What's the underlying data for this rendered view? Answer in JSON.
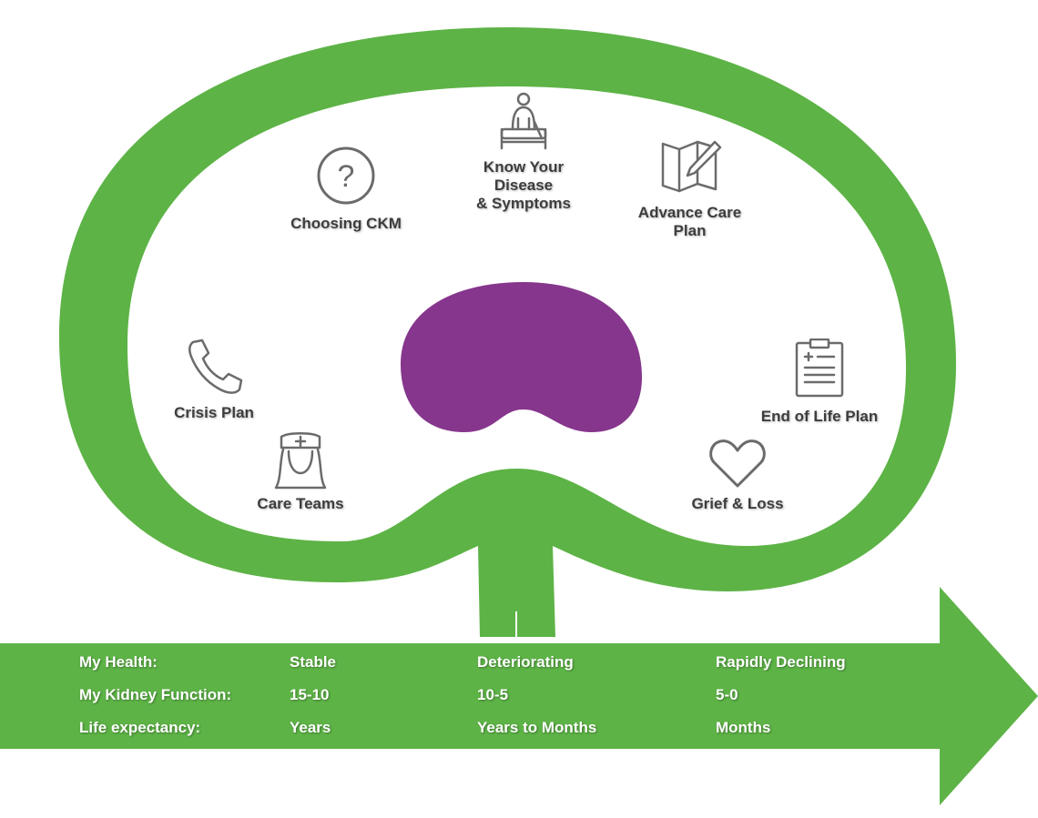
{
  "colors": {
    "green": "#5db346",
    "purple": "#86368c",
    "icon": "#6b6b6b",
    "label": "#3d3d3d"
  },
  "nodes": [
    {
      "id": "choosing-ckm",
      "label": "Choosing CKM",
      "icon": "question-circle-icon"
    },
    {
      "id": "know-disease",
      "label": "Know Your\nDisease\n& Symptoms",
      "icon": "patient-in-bed-icon"
    },
    {
      "id": "advance-care",
      "label": "Advance Care\nPlan",
      "icon": "map-pencil-icon"
    },
    {
      "id": "crisis-plan",
      "label": "Crisis Plan",
      "icon": "phone-icon"
    },
    {
      "id": "care-teams",
      "label": "Care Teams",
      "icon": "nurse-icon"
    },
    {
      "id": "end-of-life",
      "label": "End of Life Plan",
      "icon": "clipboard-icon"
    },
    {
      "id": "grief-loss",
      "label": "Grief & Loss",
      "icon": "heart-icon"
    }
  ],
  "timeline": {
    "rows": [
      {
        "label": "My Health:",
        "values": [
          "Stable",
          "Deteriorating",
          "Rapidly Declining"
        ]
      },
      {
        "label": "My Kidney Function:",
        "values": [
          "15-10",
          "10-5",
          "5-0"
        ]
      },
      {
        "label": "Life expectancy:",
        "values": [
          "Years",
          "Years to Months",
          "Months"
        ]
      }
    ]
  }
}
